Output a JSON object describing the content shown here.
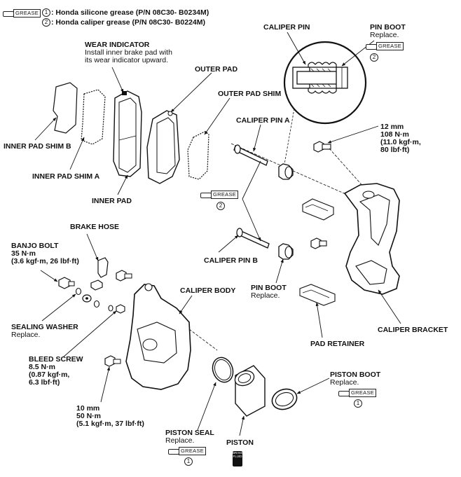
{
  "legend": {
    "grease_tag": "GREASE",
    "item1_num": "1",
    "item1_text": ": Honda silicone grease (P/N 08C30- B0234M)",
    "item2_num": "2",
    "item2_text": ": Honda caliper grease (P/N 08C30- B0224M)"
  },
  "labels": {
    "caliper_pin": "CALIPER PIN",
    "pin_boot_top": "PIN BOOT",
    "pin_boot_top_note": "Replace.",
    "pin_boot_top_ref": "2",
    "wear_indicator": "WEAR INDICATOR",
    "wear_indicator_note1": "Install inner brake pad with",
    "wear_indicator_note2": "its wear indicator upward.",
    "outer_pad": "OUTER PAD",
    "outer_pad_shim": "OUTER PAD SHIM",
    "caliper_pin_a": "CALIPER PIN A",
    "torque_12mm_1": "12 mm",
    "torque_12mm_2": "108 N·m",
    "torque_12mm_3": "(11.0 kgf·m,",
    "torque_12mm_4": "80 lbf·ft)",
    "inner_pad_shim_b": "INNER PAD SHIM B",
    "inner_pad_shim_a": "INNER PAD SHIM A",
    "inner_pad": "INNER PAD",
    "mid_grease_ref": "2",
    "brake_hose": "BRAKE HOSE",
    "banjo_bolt": "BANJO BOLT",
    "banjo_bolt_t1": "35 N·m",
    "banjo_bolt_t2": "(3.6 kgf·m, 26 lbf·ft)",
    "caliper_pin_b": "CALIPER PIN B",
    "caliper_body": "CALIPER BODY",
    "pin_boot": "PIN BOOT",
    "pin_boot_note": "Replace.",
    "sealing_washer": "SEALING WASHER",
    "sealing_washer_note": "Replace.",
    "caliper_bracket": "CALIPER BRACKET",
    "pad_retainer": "PAD RETAINER",
    "bleed_screw": "BLEED SCREW",
    "bleed_screw_t1": "8.5 N·m",
    "bleed_screw_t2": "(0.87 kgf·m,",
    "bleed_screw_t3": "6.3 lbf·ft)",
    "piston_boot": "PISTON BOOT",
    "piston_boot_note": "Replace.",
    "piston_boot_ref": "1",
    "torque_10mm_1": "10 mm",
    "torque_10mm_2": "50 N·m",
    "torque_10mm_3": "(5.1 kgf·m, 37 lbf·ft)",
    "piston_seal": "PISTON SEAL",
    "piston_seal_note": "Replace.",
    "piston_seal_ref": "1",
    "piston": "PISTON",
    "brake_fluid_1": "BRAKE",
    "brake_fluid_2": "FLUID"
  }
}
